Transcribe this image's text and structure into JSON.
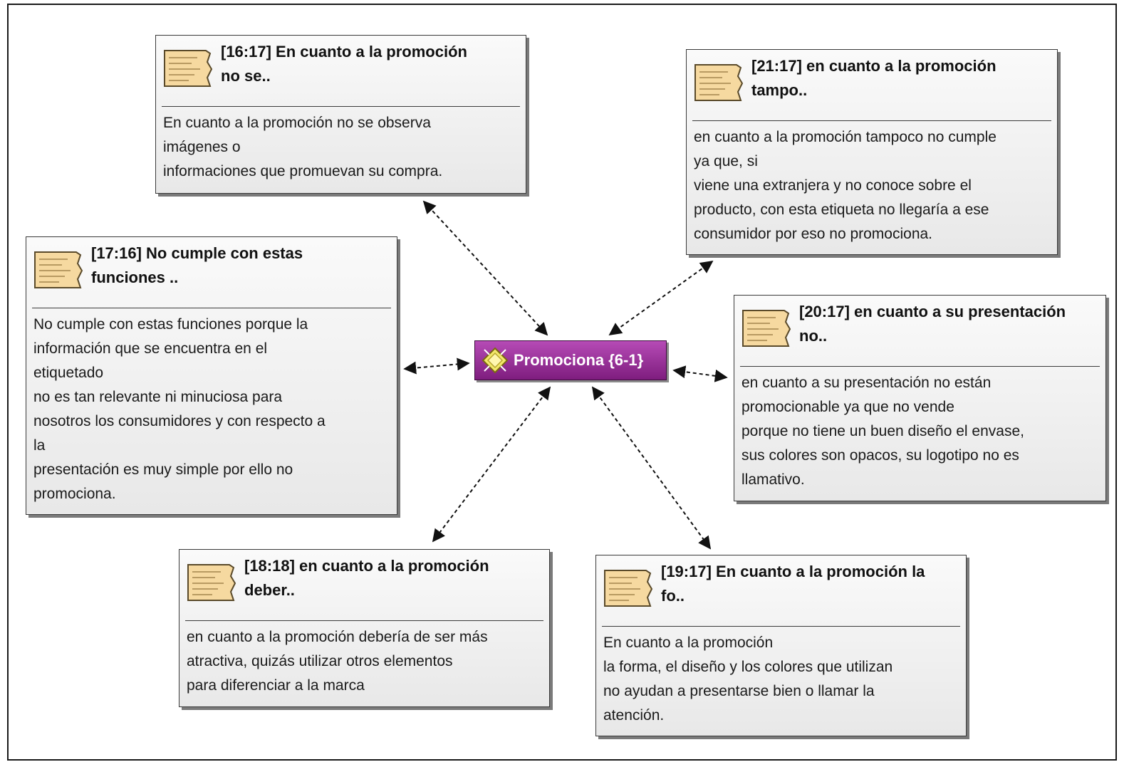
{
  "code": {
    "label": "Promociona {6-1}",
    "icon": "code-diamond-icon"
  },
  "quotes": [
    {
      "title": "[16:17] En cuanto a la promoción\nno se..",
      "body": "En cuanto a la promoción no se observa\nimágenes o\ninformaciones que promuevan su compra."
    },
    {
      "title": "[21:17] en cuanto a la promoción\ntampo..",
      "body": "en cuanto a la promoción tampoco no cumple\nya que, si\nviene una extranjera y no conoce sobre el\nproducto, con esta etiqueta no llegaría a ese\nconsumidor por eso no promociona."
    },
    {
      "title": "[17:16] No cumple con estas\nfunciones ..",
      "body": "No cumple con estas funciones porque la\ninformación que se encuentra en el\netiquetado\nno es tan relevante ni minuciosa para\nnosotros los consumidores y con respecto a\nla\npresentación es muy simple por ello no\npromociona."
    },
    {
      "title": "[20:17] en cuanto a su presentación\nno..",
      "body": "en cuanto a su presentación no están\npromocionable ya que no vende\nporque no tiene un buen diseño el envase,\nsus colores son opacos, su logotipo no es\nllamativo."
    },
    {
      "title": "[18:18] en cuanto a la promoción\ndeber..",
      "body": "en cuanto a la promoción debería de ser más\natractiva, quizás utilizar otros elementos\npara diferenciar a la marca"
    },
    {
      "title": "[19:17] En cuanto a la promoción la\nfo..",
      "body": "En cuanto a la promoción\nla forma, el diseño y los colores que utilizan\nno ayudan a presentarse bien o llamar la\natención."
    }
  ],
  "icons": {
    "quote": "document-quote-icon"
  }
}
